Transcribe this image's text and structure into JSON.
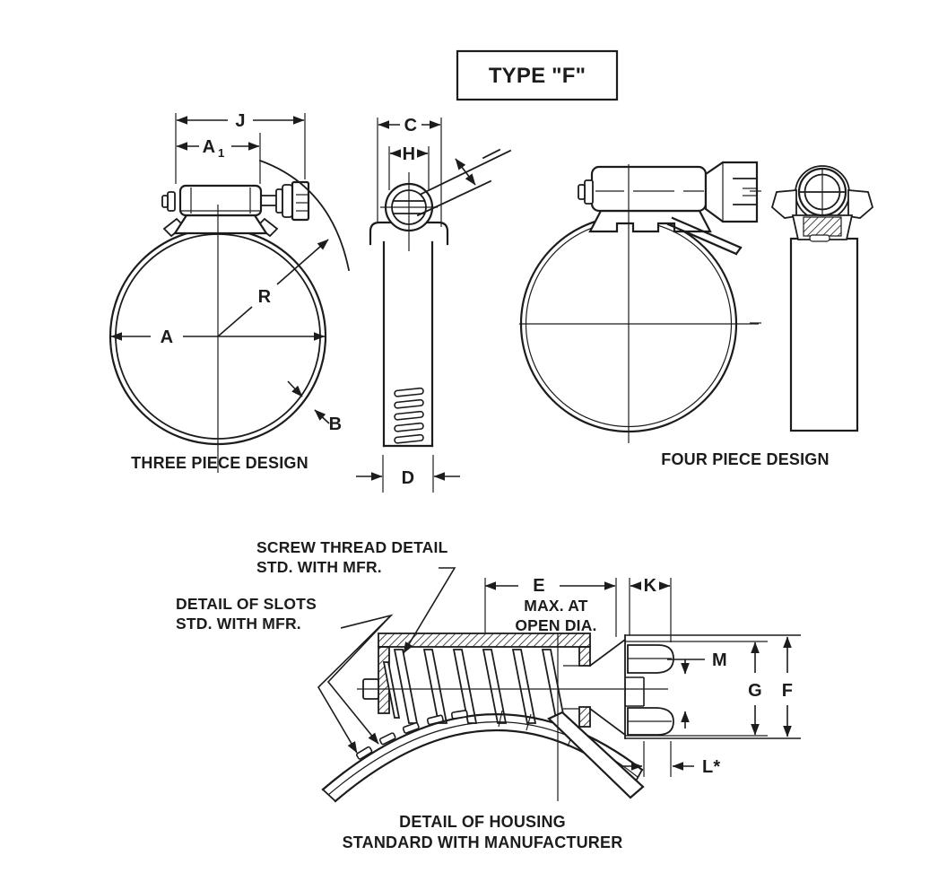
{
  "colors": {
    "ink": "#1c1c1c",
    "paper": "#ffffff"
  },
  "title_box": {
    "label": "TYPE \"F\""
  },
  "three_piece": {
    "caption": "THREE PIECE DESIGN",
    "dim_j": "J",
    "dim_a1_main": "A",
    "dim_a1_sub": "1",
    "dim_a": "A",
    "dim_r": "R",
    "dim_b": "B"
  },
  "side_view": {
    "dim_c": "C",
    "dim_h": "H",
    "dim_d": "D"
  },
  "four_piece": {
    "caption": "FOUR PIECE DESIGN"
  },
  "housing_detail": {
    "note_screw_1": "SCREW THREAD DETAIL",
    "note_screw_2": "STD. WITH MFR.",
    "note_slots_1": "DETAIL OF SLOTS",
    "note_slots_2": "STD. WITH MFR.",
    "dim_e": "E",
    "dim_e_note_1": "MAX. AT",
    "dim_e_note_2": "OPEN DIA.",
    "dim_k": "K",
    "dim_m": "M",
    "dim_g": "G",
    "dim_f": "F",
    "dim_l": "L*",
    "caption_1": "DETAIL OF HOUSING",
    "caption_2": "STANDARD WITH MANUFACTURER"
  }
}
